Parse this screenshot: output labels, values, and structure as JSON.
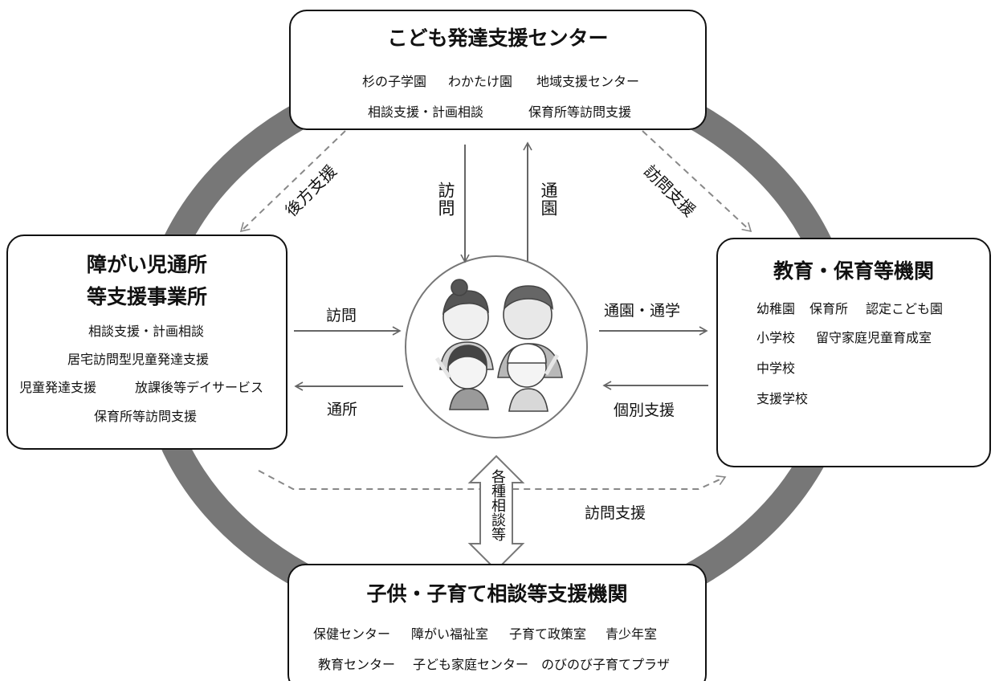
{
  "top_center": {
    "title": "こども発達支援センター",
    "row1": [
      "杉の子学園",
      "わかたけ園",
      "地域支援センター"
    ],
    "row2": [
      "相談支援・計画相談",
      "保育所等訪問支援"
    ]
  },
  "left": {
    "title_line1": "障がい児通所",
    "title_line2": "等支援事業所",
    "item1": "相談支援・計画相談",
    "item2": "居宅訪問型児童発達支援",
    "item3a": "児童発達支援",
    "item3b": "放課後等デイサービス",
    "item4": "保育所等訪問支援"
  },
  "right": {
    "title": "教育・保育等機関",
    "row1": [
      "幼稚園",
      "保育所",
      "認定こども園"
    ],
    "row2": [
      "小学校",
      "留守家庭児童育成室"
    ],
    "row3": "中学校",
    "row4": "支援学校"
  },
  "bottom": {
    "title": "子供・子育て相談等支援機関",
    "row1": [
      "保健センター",
      "障がい福祉室",
      "子育て政策室",
      "青少年室"
    ],
    "row2": [
      "教育センター",
      "子ども家庭センター",
      "のびのび子育てプラザ"
    ]
  },
  "arrows": {
    "visit_down": "訪問",
    "attend_up": "通園",
    "backup_support": "後方支援",
    "visit_support_diag": "訪問支援",
    "visit_right": "訪問",
    "attend_left": "通所",
    "school_right": "通園・通学",
    "individual_support": "個別支援",
    "consult_vertical": "各種相談等",
    "visit_support_bottom": "訪問支援"
  }
}
